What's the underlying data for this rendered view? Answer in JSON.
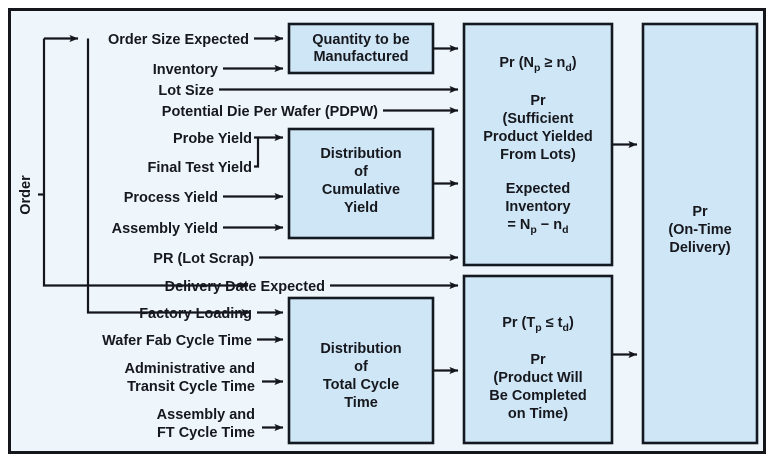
{
  "diagram": {
    "title": "Order Fulfillment Probability Flow Diagram",
    "colors": {
      "panel_background": "#eef6fb",
      "node_fill": "#cfe6f7",
      "stroke": "#14161c",
      "text": "#16181d"
    },
    "order_trunk_label": "Order",
    "inputs": [
      {
        "id": "order-size-expected",
        "label": "Order Size Expected"
      },
      {
        "id": "inventory",
        "label": "Inventory"
      },
      {
        "id": "lot-size",
        "label": "Lot Size"
      },
      {
        "id": "potential-die-per-wafer",
        "label": "Potential Die Per Wafer (PDPW)"
      },
      {
        "id": "probe-yield",
        "label": "Probe Yield"
      },
      {
        "id": "final-test-yield",
        "label": "Final Test Yield"
      },
      {
        "id": "process-yield",
        "label": "Process Yield"
      },
      {
        "id": "assembly-yield",
        "label": "Assembly Yield"
      },
      {
        "id": "pr-lot-scrap",
        "label": "PR (Lot Scrap)"
      },
      {
        "id": "delivery-date-expected",
        "label": "Delivery Date Expected"
      },
      {
        "id": "factory-loading",
        "label": "Factory Loading"
      },
      {
        "id": "wafer-fab-cycle-time",
        "label": "Wafer Fab Cycle Time"
      },
      {
        "id": "administrative-transit-cycle-time",
        "label_line1": "Administrative and",
        "label_line2": "Transit Cycle Time"
      },
      {
        "id": "assembly-ft-cycle-time",
        "label_line1": "Assembly and",
        "label_line2": "FT Cycle Time"
      }
    ],
    "nodes": {
      "quantity_to_be_manufactured": {
        "lines": [
          "Quantity to be",
          "Manufactured"
        ]
      },
      "distribution_of_cumulative_yield": {
        "lines": [
          "Distribution",
          "of",
          "Cumulative",
          "Yield"
        ]
      },
      "distribution_of_total_cycle_time": {
        "lines": [
          "Distribution",
          "of",
          "Total Cycle",
          "Time"
        ]
      },
      "sufficient_product_yielded": {
        "formula_prefix": "Pr (N",
        "formula_sub1": "p",
        "formula_mid": " ≥ n",
        "formula_sub2": "d",
        "formula_suffix": ")",
        "lines": [
          "Pr",
          "(Sufficient",
          "Product Yielded",
          "From Lots)"
        ],
        "expected_line1": "Expected",
        "expected_line2": "Inventory",
        "expected_eq_prefix": "= N",
        "expected_eq_sub1": "p",
        "expected_eq_mid": " − n",
        "expected_eq_sub2": "d"
      },
      "product_completed_on_time": {
        "formula_prefix": "Pr (T",
        "formula_sub1": "p",
        "formula_mid": " ≤ t",
        "formula_sub2": "d",
        "formula_suffix": ")",
        "lines": [
          "Pr",
          "(Product Will",
          "Be Completed",
          "on Time)"
        ]
      },
      "on_time_delivery": {
        "lines": [
          "Pr",
          "(On-Time",
          "Delivery)"
        ]
      }
    }
  }
}
